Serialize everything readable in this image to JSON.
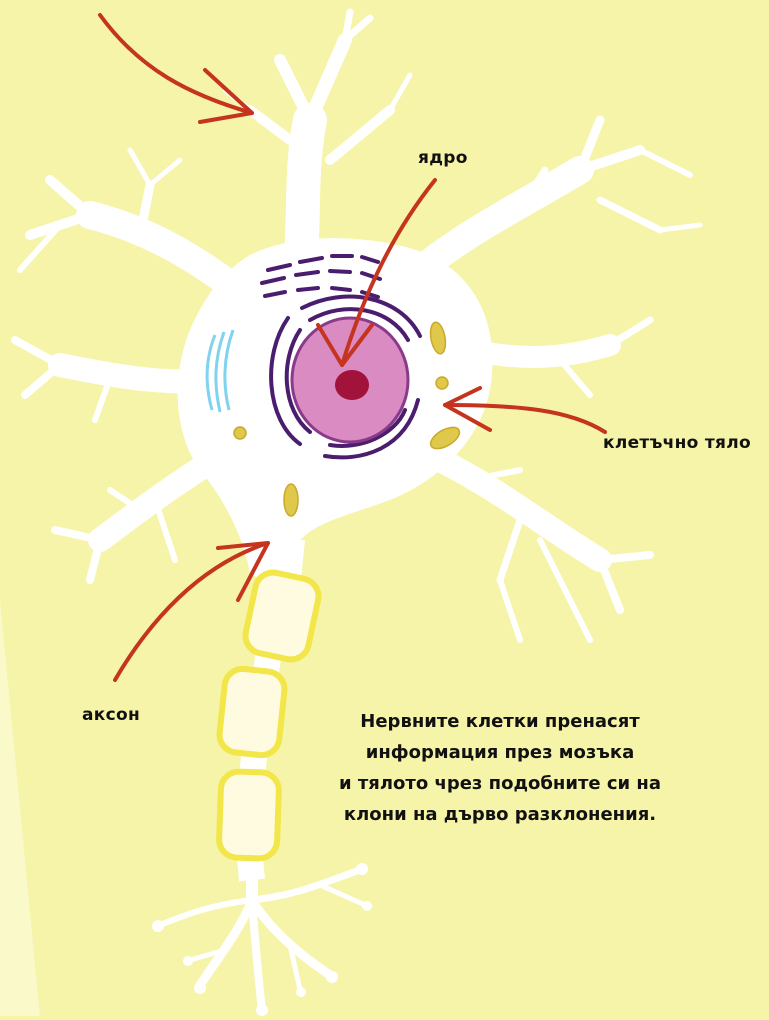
{
  "labels": {
    "nucleus": "ядро",
    "cell_body": "клетъчно тяло",
    "axon": "аксон"
  },
  "caption": [
    "Нервните клетки пренасят",
    "информация през мозъка",
    "и тялото чрез подобните си на",
    "клони на дърво разклонения."
  ],
  "colors": {
    "background": "#f6f4a8",
    "cell": "#ffffff",
    "arrow": "#c4341e",
    "myelin": "#f2e64a",
    "nucleus": "#d98bc2",
    "nucleolus": "#a1133a",
    "er": "#4a1d6e",
    "centriole": "#7fd3ee",
    "mitochondria": "#e0c84a"
  }
}
